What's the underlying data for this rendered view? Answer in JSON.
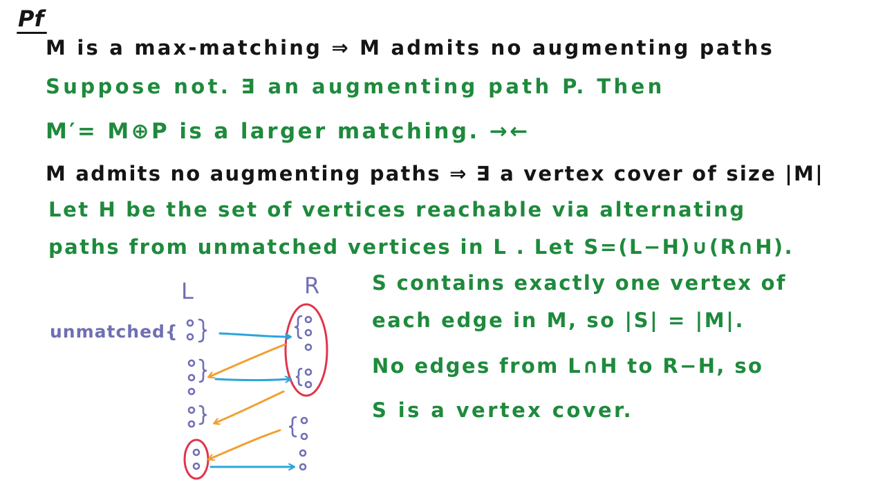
{
  "heading": "Pf",
  "lines": {
    "claim1": "M is a max-matching ⇒ M admits no augmenting paths",
    "proof1a": "Suppose not. ∃ an augmenting path P. Then",
    "proof1b": "M′= M⊕P is a larger matching. →←",
    "claim2": "M admits no augmenting paths ⇒ ∃ a vertex cover of size |M|",
    "proof2a": "Let H be the set of vertices reachable via alternating",
    "proof2b": "paths from unmatched vertices in L . Let S=(L−H)∪(R∩H).",
    "note1": "S contains exactly one vertex of",
    "note2": "each edge in M, so |S| = |M|.",
    "note3": "No edges from L∩H to R−H, so",
    "note4": "S is a vertex cover."
  },
  "diagram": {
    "left_label": "L",
    "right_label": "R",
    "unmatched_label": "unmatched{",
    "vertex_glyph": "o",
    "brace_glyph": "{",
    "colors": {
      "matching_edge": "#2ba5dc",
      "non_matching_edge": "#f0a030",
      "H_circle": "#e0344a",
      "vertices": "#6f6fb5"
    }
  }
}
